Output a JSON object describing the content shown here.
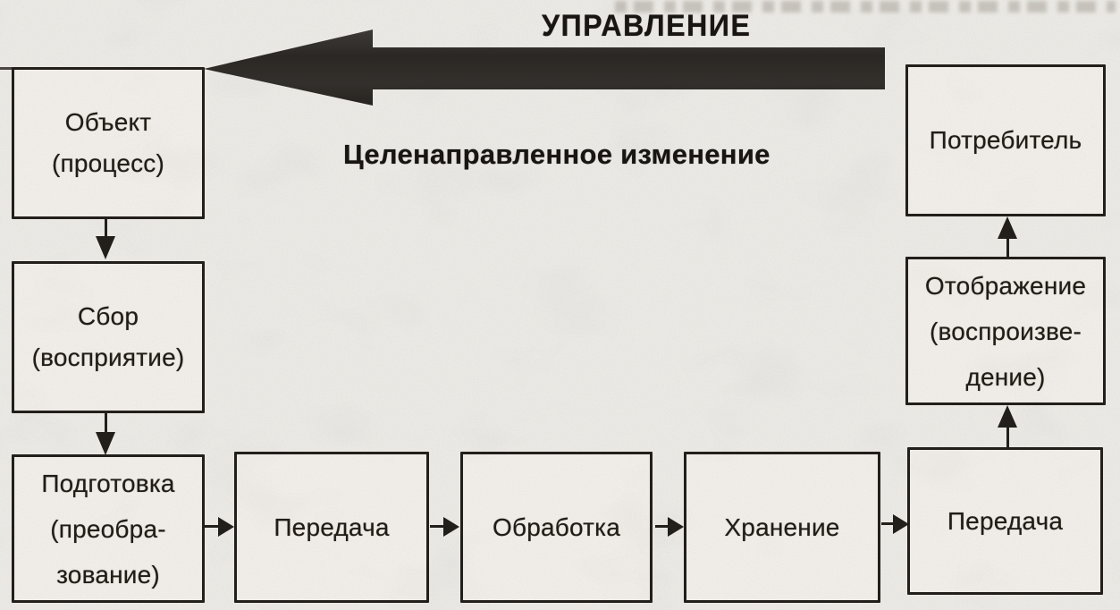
{
  "diagram": {
    "top_arrow_label": "УПРАВЛЕНИЕ",
    "center_label": "Целенаправленное изменение",
    "colors": {
      "paper": "#f0eeea",
      "ink": "#26221e",
      "control_arrow_fill": "#322f2c"
    },
    "nodes": [
      {
        "id": "object-process",
        "lines": [
          "Объект",
          "(процесс)"
        ]
      },
      {
        "id": "collection-perception",
        "lines": [
          "Сбор",
          "(восприятие)"
        ]
      },
      {
        "id": "preparation-transformation",
        "lines": [
          "Подготовка",
          "(преобра-",
          "зование)"
        ]
      },
      {
        "id": "transfer-1",
        "lines": [
          "Передача"
        ]
      },
      {
        "id": "processing",
        "lines": [
          "Обработка"
        ]
      },
      {
        "id": "storage",
        "lines": [
          "Хранение"
        ]
      },
      {
        "id": "transfer-2",
        "lines": [
          "Передача"
        ]
      },
      {
        "id": "display-reproduction",
        "lines": [
          "Отображение",
          "(воспроизве-",
          "дение)"
        ]
      },
      {
        "id": "consumer",
        "lines": [
          "Потребитель"
        ]
      }
    ]
  }
}
